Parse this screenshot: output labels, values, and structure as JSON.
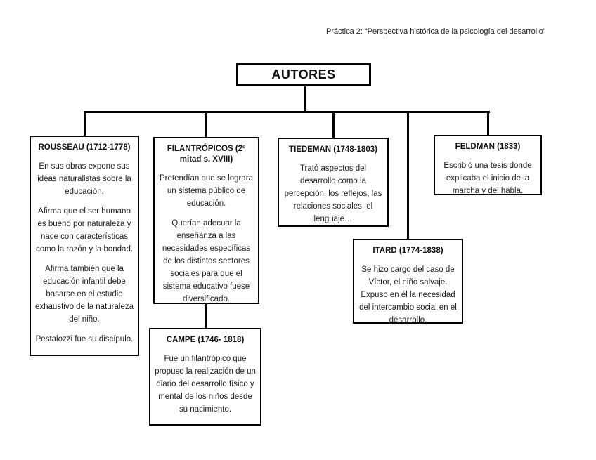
{
  "colors": {
    "background": "#ffffff",
    "line": "#000000",
    "border": "#000000",
    "text": "#1c1c1c"
  },
  "header": {
    "note": "Práctica 2: “Perspectiva histórica de la psicología del desarrollo”"
  },
  "root": {
    "title": "AUTORES"
  },
  "boxes": [
    {
      "id": "rousseau",
      "title": "ROUSSEAU (1712-1778)",
      "paragraphs": [
        "En sus obras expone sus ideas naturalistas sobre la educación.",
        "Afirma que el ser humano es bueno por naturaleza y nace con características como la razón y la bondad.",
        "Afirma también que la educación infantil debe basarse en el estudio exhaustivo de la naturaleza del niño.",
        "Pestalozzi fue su discípulo."
      ]
    },
    {
      "id": "filantropicos",
      "title": "FILANTRÓPICOS (2º mitad s. XVIII)",
      "paragraphs": [
        "Pretendían que se lograra un sistema público de educación.",
        "Querían adecuar la enseñanza a las necesidades específicas de los distintos sectores sociales para que el sistema educativo fuese diversificado."
      ]
    },
    {
      "id": "tiedeman",
      "title": "TIEDEMAN (1748-1803)",
      "paragraphs": [
        "Trató aspectos del desarrollo como la percepción, los reflejos, las relaciones sociales, el lenguaje…"
      ]
    },
    {
      "id": "feldman",
      "title": "FELDMAN (1833)",
      "paragraphs": [
        "Escribió una tesis donde explicaba el inicio de la marcha y del habla."
      ]
    },
    {
      "id": "itard",
      "title": "ITARD (1774-1838)",
      "paragraphs": [
        "Se hizo cargo del caso de Víctor, el niño salvaje. Expuso en él la necesidad del intercambio social en el desarrollo."
      ]
    },
    {
      "id": "campe",
      "title": "CAMPE (1746- 1818)",
      "paragraphs": [
        "Fue un filantrópico que propuso la realización de un diario del desarrollo físico y mental de los niños desde su nacimiento."
      ]
    }
  ]
}
